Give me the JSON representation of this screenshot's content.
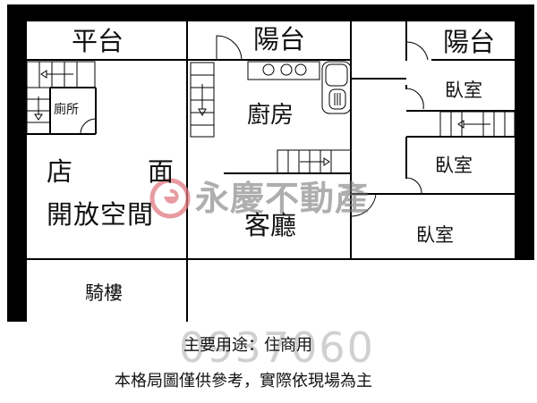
{
  "rooms": {
    "platform": "平台",
    "balcony_middle": "陽台",
    "balcony_right": "陽台",
    "toilet": "廁所",
    "store_front_1": "店",
    "store_front_2": "面",
    "open_space": "開放空間",
    "kitchen": "廚房",
    "living_room": "客廳",
    "bedroom_1": "臥室",
    "bedroom_2": "臥室",
    "bedroom_3": "臥室",
    "arcade": "騎樓"
  },
  "watermark": {
    "brand": "永慶不動產",
    "number": "0937060",
    "logo_color": "#e07a82"
  },
  "notes": {
    "usage": "主要用途：住商用",
    "disclaimer": "本格局圖僅供參考，實際依現場為主"
  }
}
